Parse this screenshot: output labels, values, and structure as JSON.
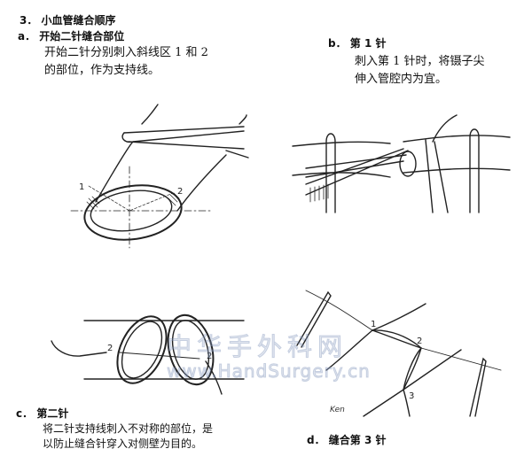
{
  "heading": {
    "number": "3．",
    "title": "小血管缝合顺序"
  },
  "panels": [
    {
      "id": "a",
      "label": "a．",
      "title": "开始二针缝合部位",
      "description_lines": [
        "开始二针分别刺入斜线区 1 和 2",
        "的部位，作为支持线。"
      ],
      "markers": [
        "1",
        "2"
      ]
    },
    {
      "id": "b",
      "label": "b．",
      "title": "第 1 针",
      "description_lines": [
        "刺入第 1 针时，将镊子尖",
        "伸入管腔内为宜。"
      ],
      "markers": []
    },
    {
      "id": "c",
      "label": "c．",
      "title": "第二针",
      "description_lines": [
        "将二针支持线刺入不对称的部位，是",
        "以防止缝合针穿入对侧壁为目的。"
      ],
      "markers": [
        "2",
        "2"
      ]
    },
    {
      "id": "d",
      "label": "d．",
      "title": "缝合第 3 针",
      "description_lines": [],
      "markers": [
        "1",
        "2",
        "3"
      ],
      "signature": "Ken"
    }
  ],
  "watermark": {
    "line1": "中华手外科网",
    "line2": "www.HandSurgery.cn"
  }
}
